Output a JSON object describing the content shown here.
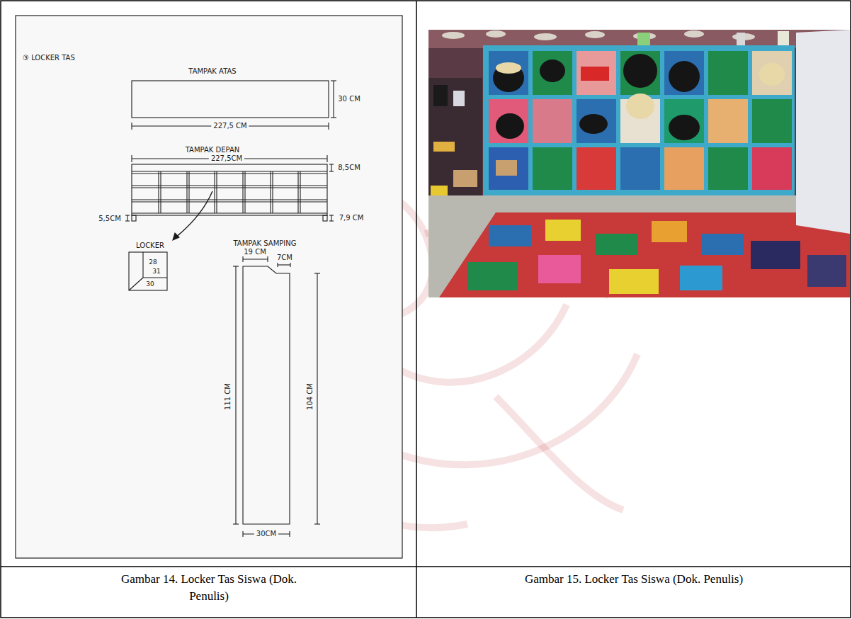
{
  "diagram": {
    "labels": [
      "③ LOCKER TAS",
      "TAMPAK ATAS",
      "30 CM",
      "227,5 CM",
      "TAMPAK DEPAN",
      "227,5CM",
      "8,5CM",
      "7,9 CM",
      "5,5CM",
      "LOCKER",
      "TAMPAK SAMPING",
      "28",
      "31",
      "30",
      "19 CM",
      "7CM",
      "111 CM",
      "104 CM",
      "30CM",
      "Gambar 14. Locker Tas Siswa (Dok. Penulis)",
      "Gambar 15. Locker Tas Siswa (Dok. Penulis)"
    ]
  }
}
